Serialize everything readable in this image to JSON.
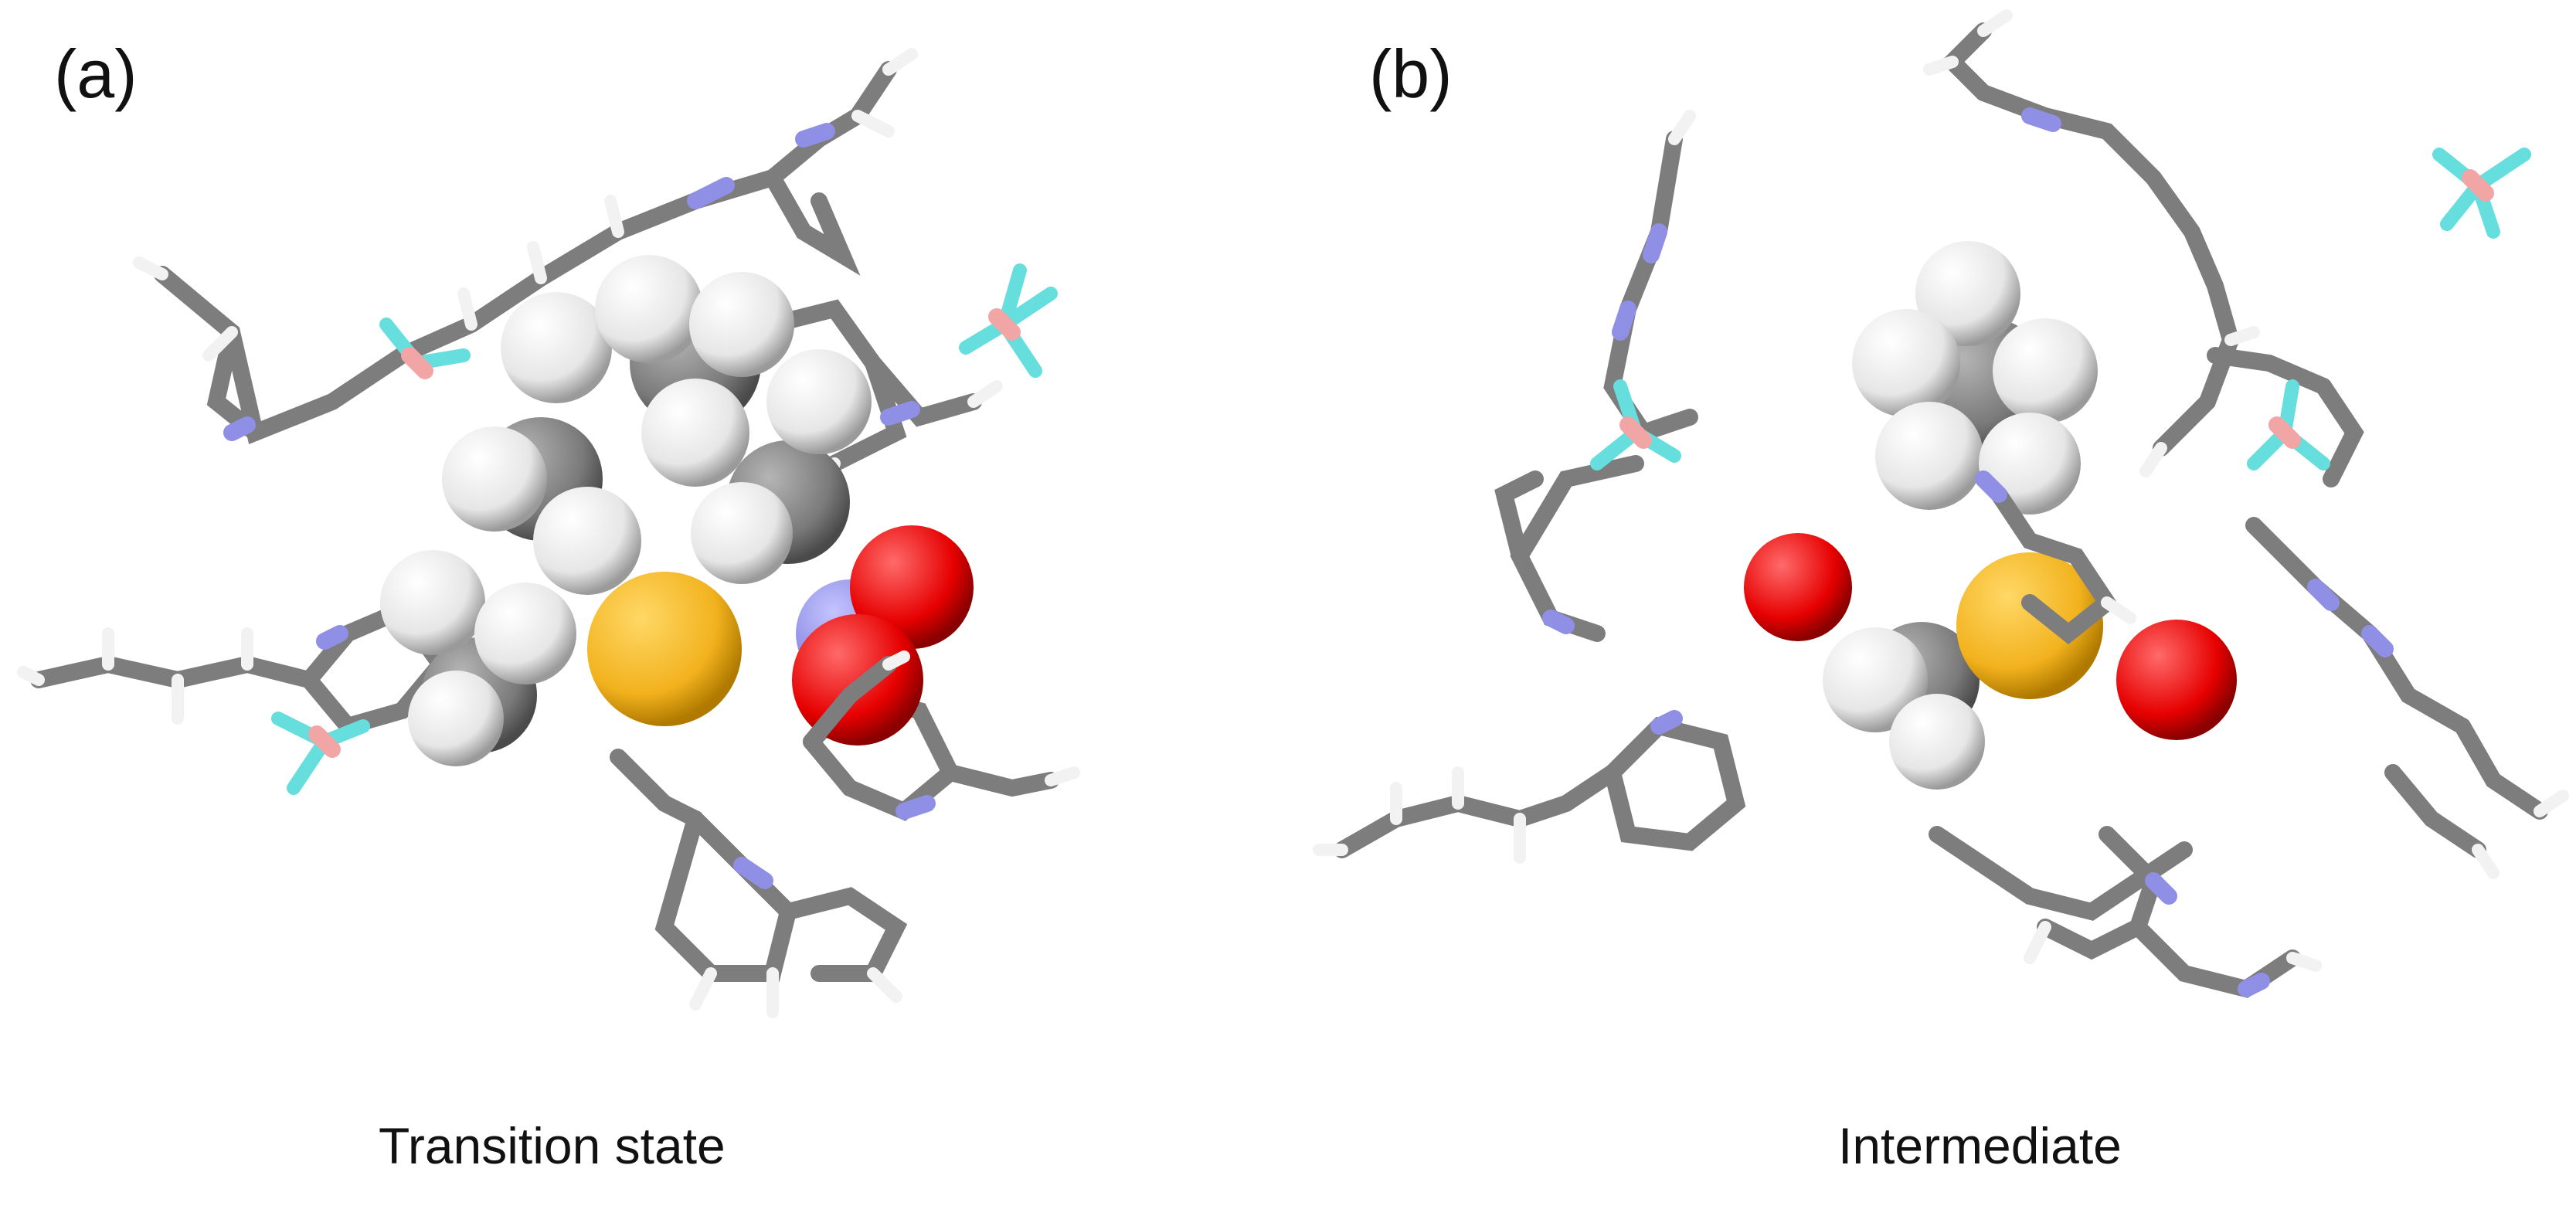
{
  "figure": {
    "panels": [
      {
        "label": "(a)",
        "caption": "Transition state"
      },
      {
        "label": "(b)",
        "caption": "Intermediate"
      }
    ]
  },
  "colors": {
    "carbon": "#7a7a7a",
    "hydrogen": "#f2f2f2",
    "nitrogen": "#8f8fe6",
    "oxygen": "#e60000",
    "sulfur": "#f2b21e",
    "boron": "#f2a5a5",
    "fluorine": "#66dede"
  }
}
